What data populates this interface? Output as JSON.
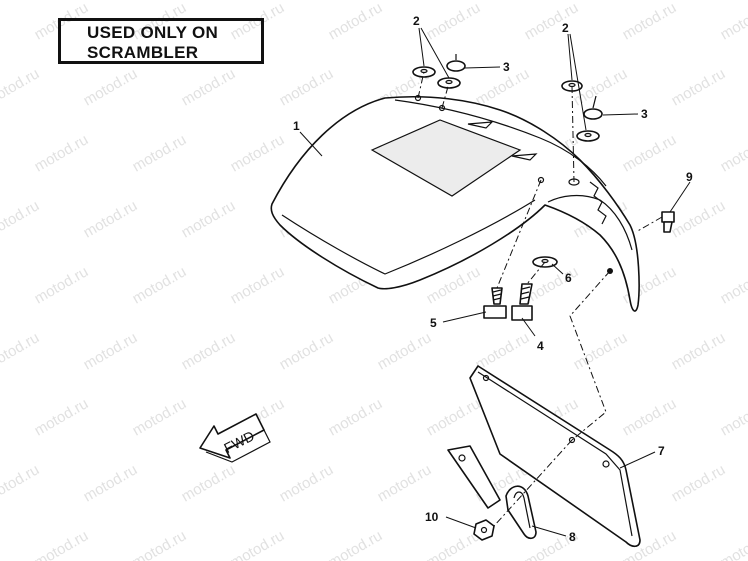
{
  "note": {
    "line1": "USED ONLY ON",
    "line2": "SCRAMBLER"
  },
  "watermark": "motod.ru",
  "fwd_label": "FWD",
  "callouts": {
    "c1": "1",
    "c2a": "2",
    "c2b": "2",
    "c3a": "3",
    "c3b": "3",
    "c4": "4",
    "c5": "5",
    "c6": "6",
    "c7": "7",
    "c8": "8",
    "c9": "9",
    "c10": "10"
  }
}
